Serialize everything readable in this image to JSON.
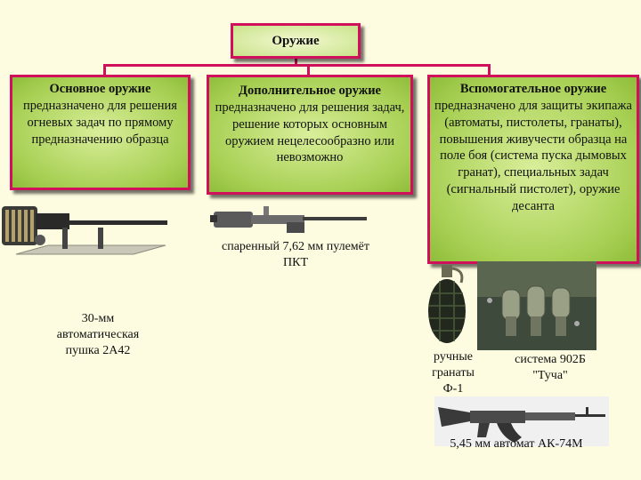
{
  "root": {
    "title": "Оружие"
  },
  "boxes": [
    {
      "title": "Основное оружие",
      "text": "предназначено для решения огневых задач по прямому предназначению образца"
    },
    {
      "title": "Дополнительное оружие",
      "text": "предназначено для решения задач, решение которых основным оружием нецелесообразно или невозможно"
    },
    {
      "title": "Вспомогательное оружие",
      "text": "предназначено для защиты экипажа (автоматы, пистолеты, гранаты), повышения живучести образца на поле боя (система пуска дымовых гранат), специальных задач (сигнальный пистолет), оружие десанта"
    }
  ],
  "captions": {
    "cannon": "30-мм автоматическая пушка 2А42",
    "pkt": "спаренный 7,62 мм пулемёт ПКТ",
    "grenades": "ручные гранаты Ф-1",
    "tucha": "система 902Б \"Туча\"",
    "ak": "5,45 мм автомат АК-74М"
  },
  "colors": {
    "accent": "#d0105a",
    "box_fill": "#a6cf52",
    "background": "#fdfce0"
  }
}
